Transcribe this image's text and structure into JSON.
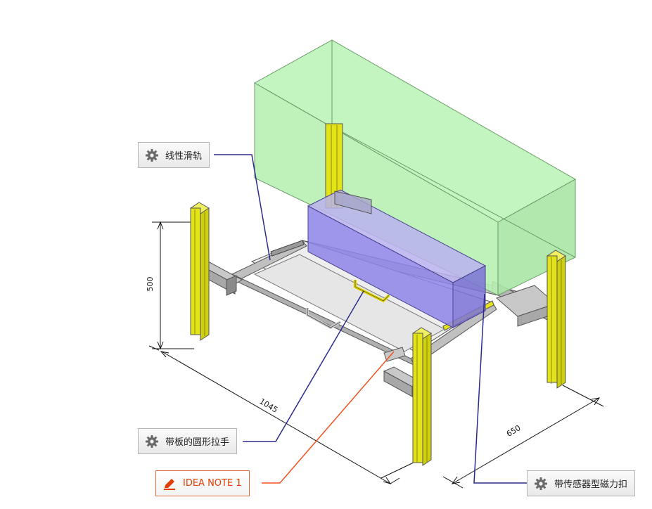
{
  "callouts": {
    "linear_rail": {
      "label": "线性滑轨",
      "icon": "gear-icon"
    },
    "round_handle": {
      "label": "带板的圆形拉手",
      "icon": "gear-icon"
    },
    "idea_note": {
      "label": "IDEA NOTE 1",
      "icon": "pencil-icon"
    },
    "magnetic_catch": {
      "label": "带传感器型磁力扣",
      "icon": "gear-icon"
    }
  },
  "dimensions": {
    "height": "500",
    "length": "1045",
    "depth": "650"
  },
  "colors": {
    "leader_blue": "#2b2a8c",
    "leader_orange": "#f0521e",
    "frame_yellow": "#e3e317",
    "volume_green": "#b7f2b3",
    "box_violet": "#8d84e8"
  }
}
